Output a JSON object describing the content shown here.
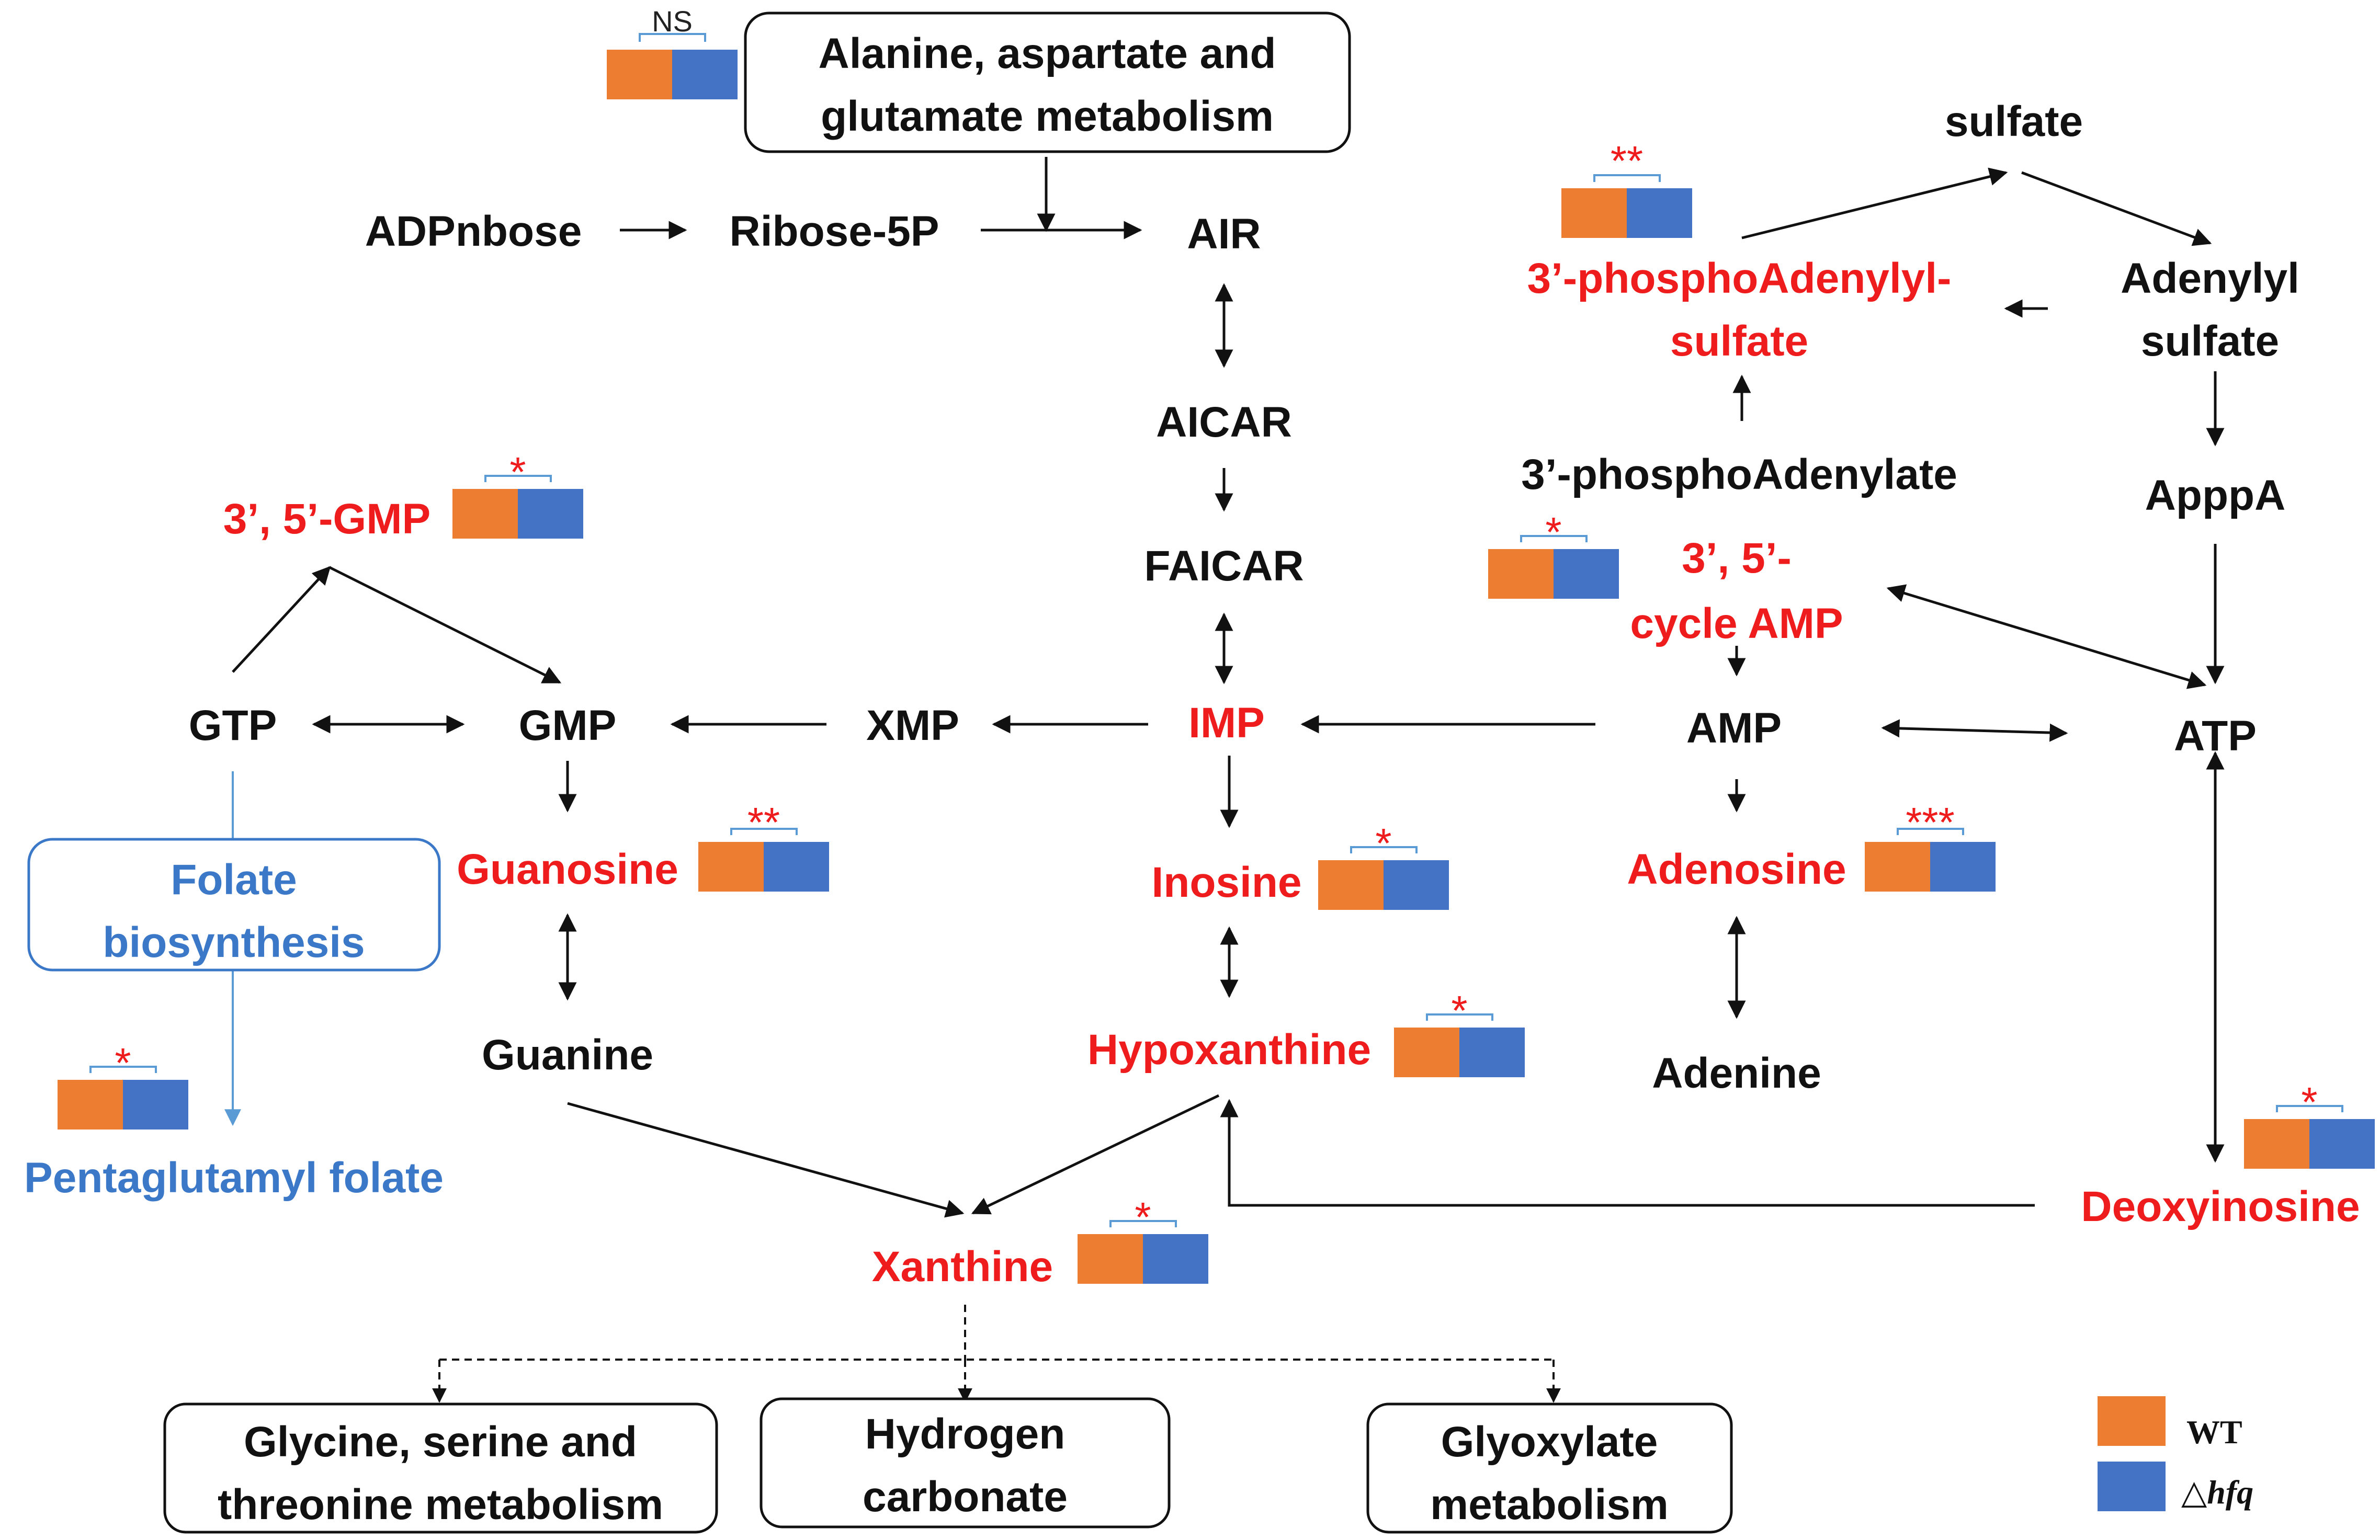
{
  "pathway_boxes": {
    "alanine": [
      "Alanine, aspartate and",
      "glutamate metabolism"
    ],
    "folate": [
      "Folate",
      "biosynthesis"
    ],
    "glycine": [
      "Glycine, serine and",
      "threonine metabolism"
    ],
    "hydrogen": [
      "Hydrogen",
      "carbonate"
    ],
    "glyoxylate": [
      "Glyoxylate",
      "metabolism"
    ]
  },
  "metabolites": {
    "adpribose": "ADPnbose",
    "ribose5p": "Ribose-5P",
    "air": "AIR",
    "aicar": "AICAR",
    "faicar": "FAICAR",
    "imp": "IMP",
    "xmp": "XMP",
    "gmp": "GMP",
    "gtp": "GTP",
    "cgmp": "3’, 5’-GMP",
    "guanosine": "Guanosine",
    "guanine": "Guanine",
    "pentaglutamyl": "Pentaglutamyl folate",
    "inosine": "Inosine",
    "hypoxanthine": "Hypoxanthine",
    "xanthine": "Xanthine",
    "sulfate": "sulfate",
    "paps": [
      "3’-phosphoAdenylyl-",
      "sulfate"
    ],
    "aps": [
      "Adenylyl",
      "sulfate"
    ],
    "pap": "3’-phosphoAdenylate",
    "camp": [
      "3’, 5’-",
      "cycle AMP"
    ],
    "apppa": "ApppA",
    "amp": "AMP",
    "atp": "ATP",
    "adenosine": "Adenosine",
    "adenine": "Adenine",
    "deoxyinosine": "Deoxyinosine"
  },
  "significance": {
    "alanine": "NS",
    "paps": "**",
    "cgmp": "*",
    "camp": "*",
    "guanosine": "**",
    "inosine": "*",
    "adenosine": "***",
    "hypoxanthine": "*",
    "folate": "*",
    "xanthine": "*",
    "deoxyinosine": "*"
  },
  "legend": {
    "wt": "WT",
    "hfq_prefix": "△",
    "hfq_gene": "hfq"
  },
  "colors": {
    "wt": "#ed7d31",
    "hfq": "#4472c4",
    "significant_text": "#ee1c1c",
    "folate_text": "#3b78c8",
    "normal_text": "#111111"
  }
}
